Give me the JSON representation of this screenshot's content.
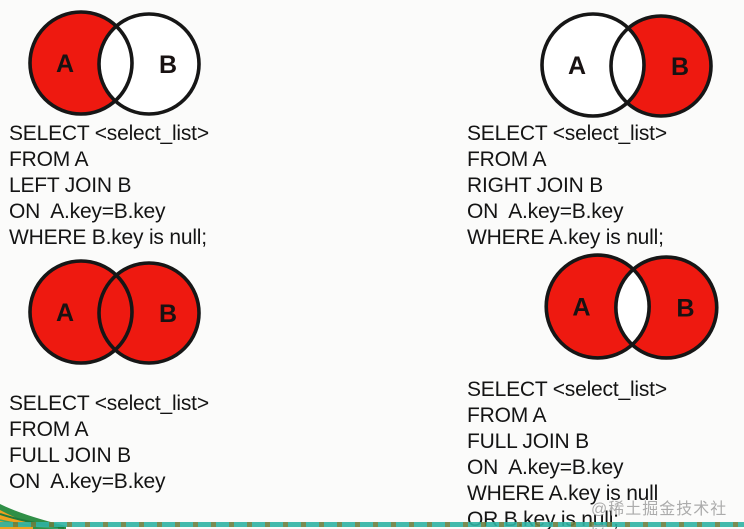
{
  "canvas": {
    "background": "#fbfbfa"
  },
  "colors": {
    "venn_red": "#ee1910",
    "venn_outline": "#161616",
    "venn_label": "#181212",
    "text": "#141414",
    "watermark_gray": "#9e9e9e",
    "progress_teal": "#2fb3a3",
    "progress_olive": "#6b8040",
    "logo_green": "#2f8f46",
    "logo_orange": "#f0a01e"
  },
  "panels": [
    {
      "name": "left-join-exclusive",
      "venn": {
        "mode": "left",
        "a_label": "A",
        "b_label": "B"
      },
      "sql_lines": [
        "SELECT <select_list>",
        "FROM A",
        "LEFT JOIN B",
        "ON  A.key=B.key",
        "WHERE B.key is null;"
      ]
    },
    {
      "name": "right-join-exclusive",
      "venn": {
        "mode": "right",
        "a_label": "A",
        "b_label": "B"
      },
      "sql_lines": [
        "SELECT <select_list>",
        "FROM A",
        "RIGHT JOIN B",
        "ON  A.key=B.key",
        "WHERE A.key is null;"
      ]
    },
    {
      "name": "full-join",
      "venn": {
        "mode": "full",
        "a_label": "A",
        "b_label": "B"
      },
      "sql_lines": [
        "SELECT <select_list>",
        "FROM A",
        "FULL JOIN B",
        "ON  A.key=B.key"
      ]
    },
    {
      "name": "full-outer-exclusive-join",
      "venn": {
        "mode": "outer",
        "a_label": "A",
        "b_label": "B"
      },
      "sql_lines": [
        "SELECT <select_list>",
        "FROM A",
        "FULL JOIN B",
        "ON  A.key=B.key",
        "WHERE A.key is null",
        "OR B.key is null;"
      ]
    }
  ],
  "watermark": {
    "text": "@稀土掘金技术社区"
  }
}
